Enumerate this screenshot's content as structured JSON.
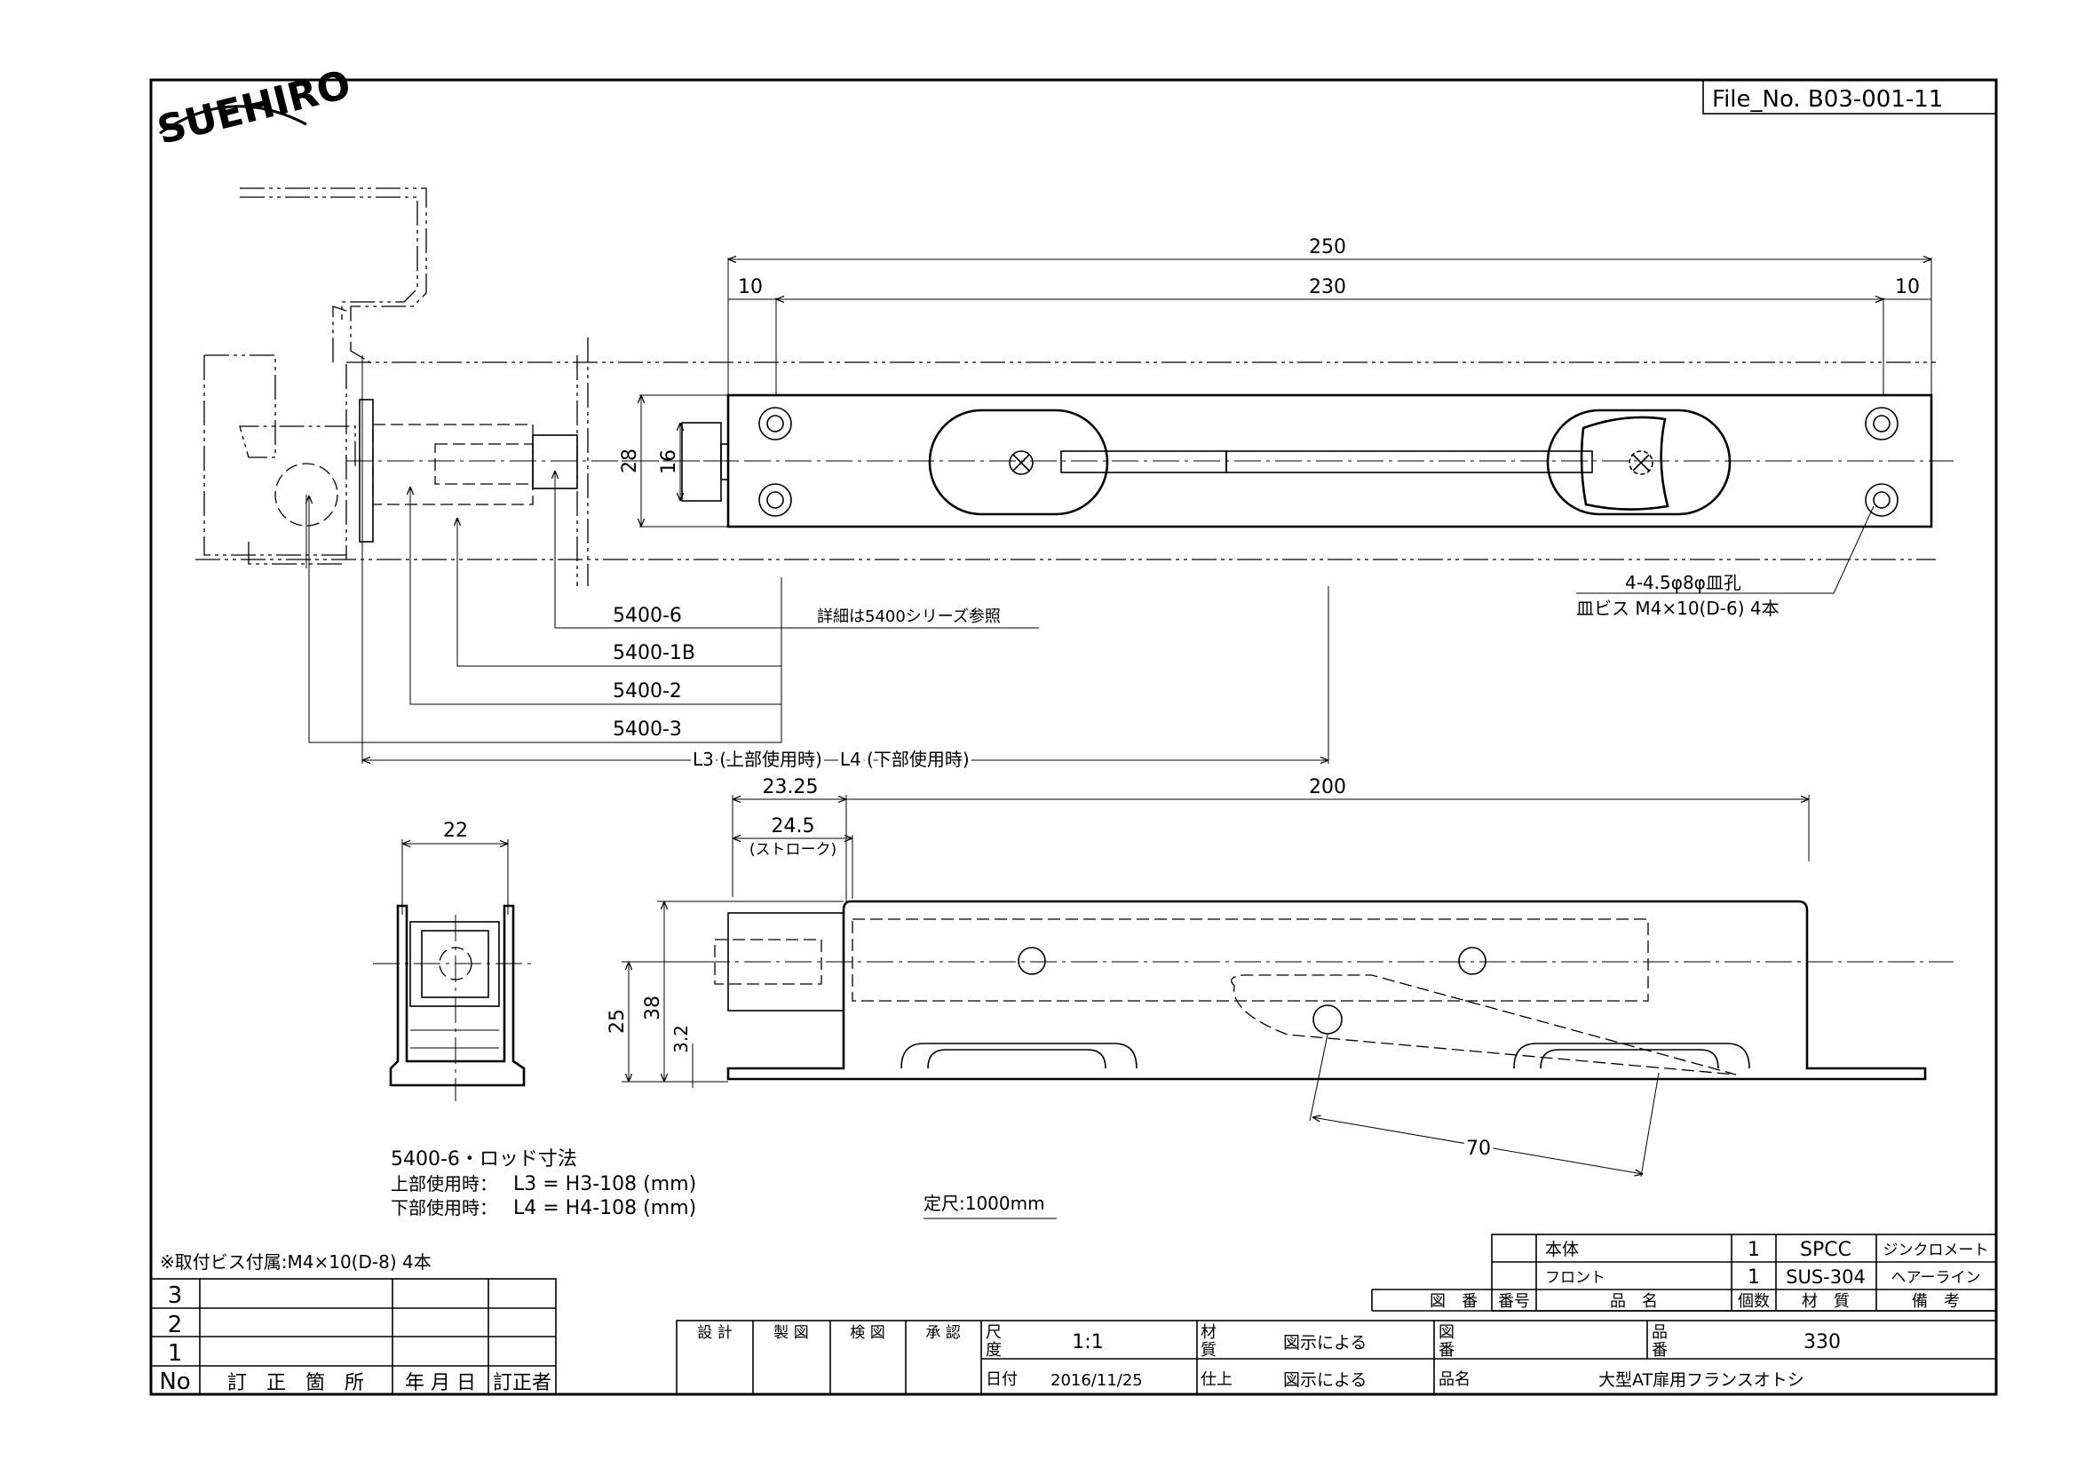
{
  "logo": {
    "text": "SUEHIRO"
  },
  "file_no": "File_No. B03-001-11",
  "dims": {
    "top_250": "250",
    "top_230": "230",
    "top_10_left": "10",
    "top_10_right": "10",
    "h_28": "28",
    "h_16": "16",
    "side_2325": "23.25",
    "side_200": "200",
    "side_245": "24.5",
    "side_stroke": "(ストローク)",
    "side_25": "25",
    "side_38": "38",
    "side_32": "3.2",
    "side_70": "70",
    "end_22": "22"
  },
  "hole_note": {
    "line1": "4-4.5φ8φ皿孔",
    "line2": "皿ビス M4×10(D-6) 4本"
  },
  "parts": {
    "p1": "5400-6",
    "p1_note": "詳細は5400シリーズ参照",
    "p2": "5400-1B",
    "p3": "5400-2",
    "p4": "5400-3",
    "l3l4": "L3 (上部使用時)　L4 (下部使用時)"
  },
  "rod_note": {
    "title": "5400-6・ロッド寸法",
    "upper_label": "上部使用時：",
    "upper_formula": "L3 = H3-108 (mm)",
    "lower_label": "下部使用時：",
    "lower_formula": "L4 = H4-108 (mm)"
  },
  "standard_length": "定尺:1000mm",
  "screw_note": "※取付ビス付属:M4×10(D-8) 4本",
  "revision_table": {
    "rows": [
      "3",
      "2",
      "1"
    ],
    "headers": {
      "no": "No",
      "location": "訂　正　箇　所",
      "date": "年 月 日",
      "corrector": "訂正者"
    }
  },
  "parts_table": {
    "rows": [
      {
        "name": "本体",
        "qty": "1",
        "material": "SPCC",
        "note": "ジンクロメート"
      },
      {
        "name": "フロント",
        "qty": "1",
        "material": "SUS-304",
        "note": "ヘアーライン"
      }
    ],
    "headers": {
      "drawing_no": "図　番",
      "part_no": "番号",
      "name": "品　名",
      "qty": "個数",
      "material": "材　質",
      "remarks": "備　考"
    }
  },
  "title_block": {
    "design": "設 計",
    "drafting": "製 図",
    "inspection": "検 図",
    "approval": "承 認",
    "scale_label": "尺\n度",
    "scale_l1": "尺",
    "scale_l2": "度",
    "scale": "1:1",
    "material_l1": "材",
    "material_l2": "質",
    "material_value": "図示による",
    "drawing_l1": "図",
    "drawing_l2": "番",
    "item_l1": "品",
    "item_l2": "番",
    "item_value": "330",
    "date_label": "日付",
    "date": "2016/11/25",
    "finish_label": "仕上",
    "finish_value": "図示による",
    "name_label": "品名",
    "name_value": "大型AT扉用フランスオトシ"
  }
}
